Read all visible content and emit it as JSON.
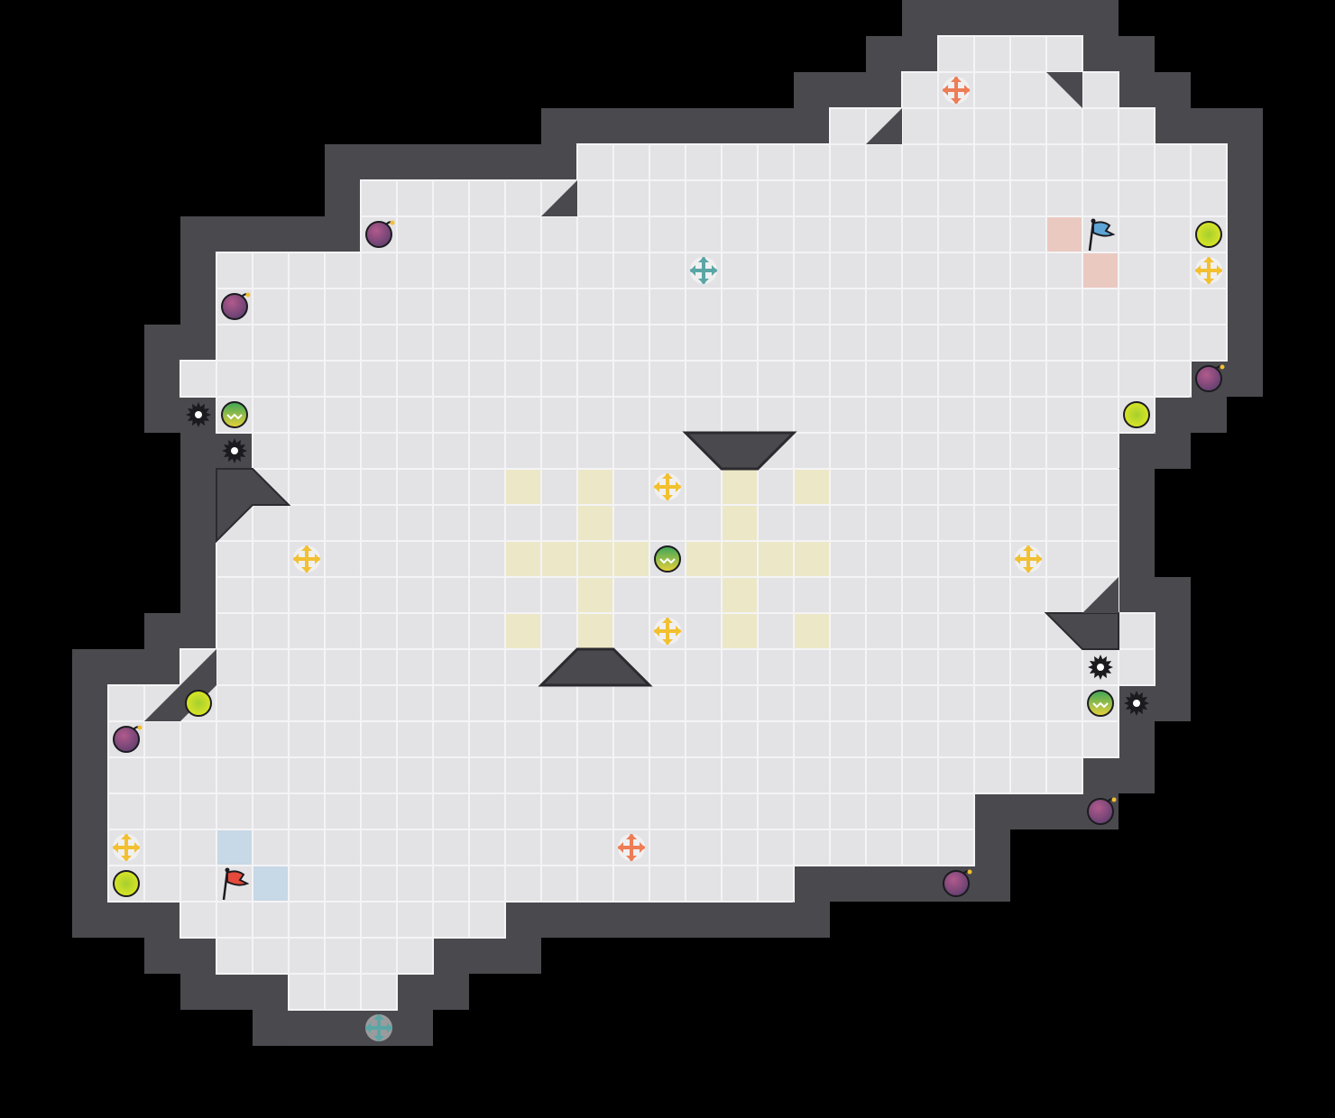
{
  "colors": {
    "background": "#000000",
    "wall": "#4a494e",
    "wall_edge": "#2b2a2e",
    "floor": "#e3e3e6",
    "floor_line": "#f4f4f6",
    "yellow_zone": "#ece7c6",
    "blue_spawn": "#c7d8e6",
    "red_spawn": "#eac9c1",
    "bomb": "#8c4a8a",
    "yellow_orb": "#c9df27",
    "move_orange": "#ee7c55",
    "move_yellow": "#f2c030",
    "move_teal": "#5aa6a6",
    "flag_red": "#e64a3c",
    "flag_blue": "#5ea4d6"
  },
  "board": {
    "name": "arena-map",
    "floor_cells": "row-runs",
    "rows": [
      [
        [
          26,
          29
        ]
      ],
      [
        [
          25,
          30
        ]
      ],
      [
        [
          23,
          31
        ]
      ],
      [
        [
          16,
          33
        ]
      ],
      [
        [
          10,
          33
        ]
      ],
      [
        [
          10,
          33
        ]
      ],
      [
        [
          6,
          33
        ]
      ],
      [
        [
          6,
          33
        ]
      ],
      [
        [
          6,
          33
        ]
      ],
      [
        [
          5,
          32
        ]
      ],
      [
        [
          6,
          31
        ]
      ],
      [
        [
          7,
          30
        ]
      ],
      [
        [
          6,
          30
        ]
      ],
      [
        [
          6,
          30
        ]
      ],
      [
        [
          6,
          30
        ]
      ],
      [
        [
          6,
          30
        ]
      ],
      [
        [
          6,
          31
        ]
      ],
      [
        [
          5,
          30
        ],
        [
          31,
          31
        ]
      ],
      [
        [
          3,
          30
        ]
      ],
      [
        [
          3,
          30
        ]
      ],
      [
        [
          3,
          29
        ]
      ],
      [
        [
          3,
          26
        ]
      ],
      [
        [
          3,
          26
        ]
      ],
      [
        [
          3,
          21
        ]
      ],
      [
        [
          5,
          13
        ]
      ],
      [
        [
          6,
          11
        ]
      ],
      [
        [
          8,
          10
        ]
      ]
    ]
  },
  "zones": {
    "yellow": [
      [
        14,
        12
      ],
      [
        16,
        12
      ],
      [
        20,
        12
      ],
      [
        22,
        12
      ],
      [
        16,
        13
      ],
      [
        20,
        13
      ],
      [
        14,
        14
      ],
      [
        15,
        14
      ],
      [
        16,
        14
      ],
      [
        17,
        14
      ],
      [
        19,
        14
      ],
      [
        20,
        14
      ],
      [
        21,
        14
      ],
      [
        22,
        14
      ],
      [
        16,
        15
      ],
      [
        20,
        15
      ],
      [
        14,
        16
      ],
      [
        16,
        16
      ],
      [
        20,
        16
      ],
      [
        22,
        16
      ]
    ],
    "blue_spawn": [
      [
        6,
        22
      ],
      [
        7,
        23
      ]
    ],
    "red_spawn": [
      [
        29,
        5
      ],
      [
        30,
        6
      ]
    ]
  },
  "items": [
    {
      "type": "bomb",
      "col": 10,
      "row": 5
    },
    {
      "type": "bomb",
      "col": 6,
      "row": 7
    },
    {
      "type": "bomb",
      "col": 33,
      "row": 9
    },
    {
      "type": "bomb",
      "col": 3,
      "row": 19
    },
    {
      "type": "bomb",
      "col": 30,
      "row": 21
    },
    {
      "type": "bomb",
      "col": 26,
      "row": 23
    },
    {
      "type": "orb",
      "col": 33,
      "row": 5
    },
    {
      "type": "orb",
      "col": 31,
      "row": 10
    },
    {
      "type": "orb",
      "col": 5,
      "row": 18
    },
    {
      "type": "orb",
      "col": 3,
      "row": 23
    },
    {
      "type": "boost",
      "col": 6,
      "row": 10
    },
    {
      "type": "boost",
      "col": 18,
      "row": 14
    },
    {
      "type": "boost",
      "col": 30,
      "row": 18
    },
    {
      "type": "spike",
      "col": 5,
      "row": 10
    },
    {
      "type": "spike",
      "col": 6,
      "row": 11
    },
    {
      "type": "spike",
      "col": 30,
      "row": 17
    },
    {
      "type": "spike",
      "col": 31,
      "row": 18
    },
    {
      "type": "move-orange",
      "col": 26,
      "row": 1
    },
    {
      "type": "move-orange",
      "col": 17,
      "row": 22
    },
    {
      "type": "move-yellow",
      "col": 33,
      "row": 6
    },
    {
      "type": "move-yellow",
      "col": 18,
      "row": 12
    },
    {
      "type": "move-yellow",
      "col": 8,
      "row": 14
    },
    {
      "type": "move-yellow",
      "col": 28,
      "row": 14
    },
    {
      "type": "move-yellow",
      "col": 18,
      "row": 16
    },
    {
      "type": "move-yellow",
      "col": 3,
      "row": 22
    },
    {
      "type": "move-teal",
      "col": 19,
      "row": 6
    },
    {
      "type": "move-teal",
      "col": 10,
      "row": 27
    },
    {
      "type": "flag-blue",
      "col": 30,
      "row": 5
    },
    {
      "type": "flag-red",
      "col": 6,
      "row": 23
    }
  ]
}
